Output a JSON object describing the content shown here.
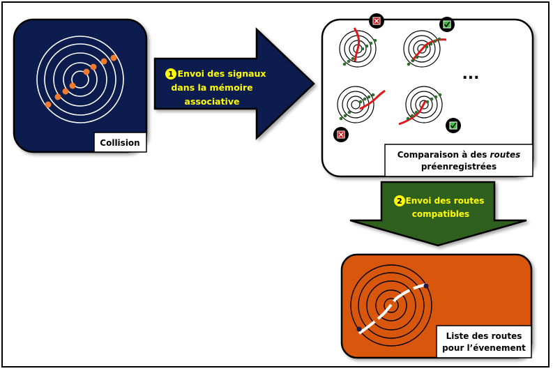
{
  "collision_panel": {
    "label": "Collision",
    "bg_color": "#0b1f4f",
    "hit_color": "#f07c30"
  },
  "step1": {
    "number": "1",
    "line1": "Envoi des signaux",
    "line2": "dans la mémoire",
    "line3": "associative",
    "arrow_color": "#0b1f4f",
    "text_color": "#ffff00"
  },
  "memory_panel": {
    "label_line1_prefix": "Comparaison à des ",
    "label_line1_emphasis": "routes",
    "label_line2": "préenregistrées",
    "ellipsis": "...",
    "reject_color": "#cc1111",
    "accept_color": "#3dbb3d",
    "route_color": "#e01616",
    "hit_color": "#2f6e2f"
  },
  "step2": {
    "number": "2",
    "line1": "Envoi des routes",
    "line2": "compatibles",
    "arrow_color": "#2f5e1f",
    "text_color": "#ffff00"
  },
  "result_panel": {
    "label_line1": "Liste des routes",
    "label_line2": "pour l’évenement",
    "bg_color": "#d9560a"
  }
}
